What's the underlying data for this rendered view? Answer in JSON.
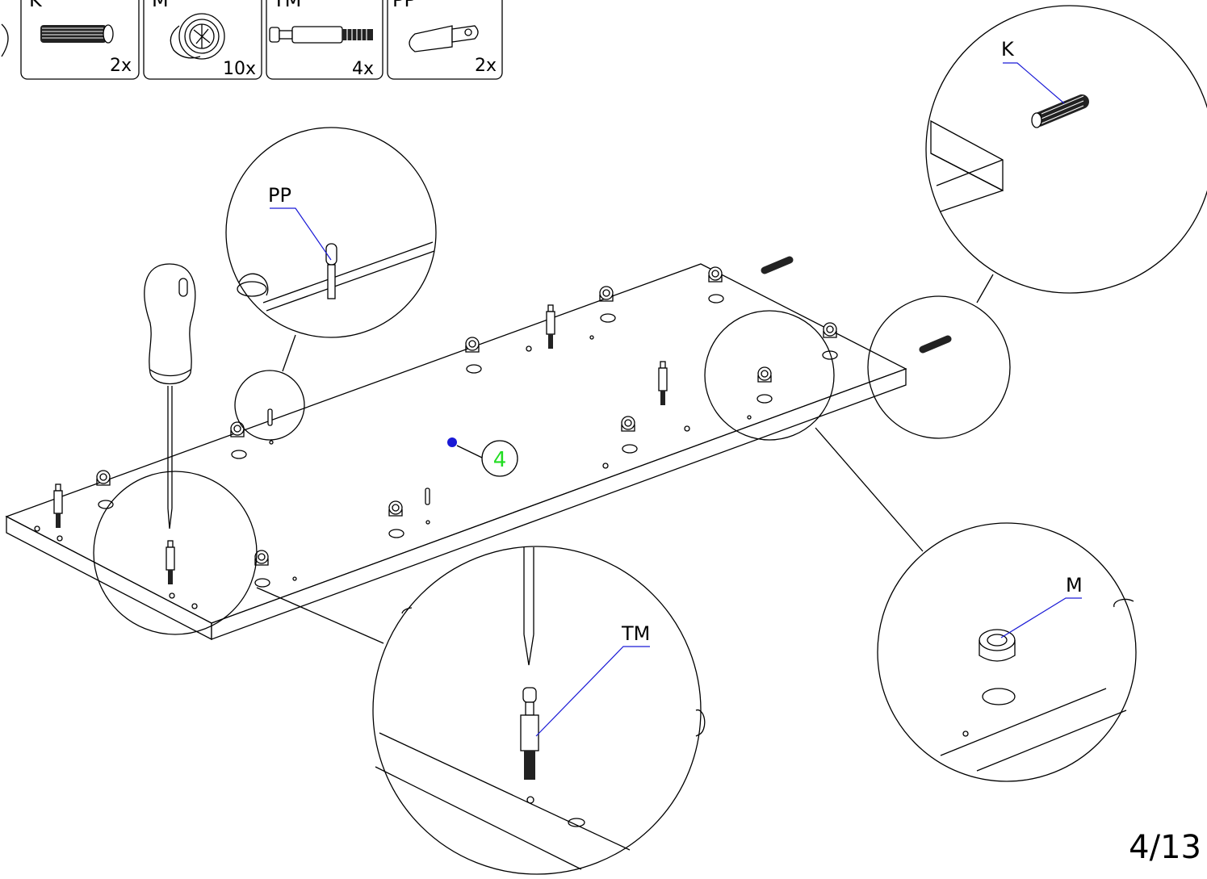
{
  "parts_legend": [
    {
      "code": "K",
      "qty": "2x",
      "icon": "dowel-icon"
    },
    {
      "code": "M",
      "qty": "10x",
      "icon": "cam-lock-icon"
    },
    {
      "code": "TM",
      "qty": "4x",
      "icon": "cam-bolt-icon"
    },
    {
      "code": "PP",
      "qty": "2x",
      "icon": "shelf-pin-icon"
    }
  ],
  "callouts": {
    "pp": "PP",
    "k": "K",
    "m": "M",
    "tm": "TM"
  },
  "step_label": "4",
  "page_number": "4/13",
  "colors": {
    "line": "#000000",
    "leader": "#1a1ad6",
    "step_marker": "#1a1ad6",
    "step_number": "#22dd22"
  }
}
